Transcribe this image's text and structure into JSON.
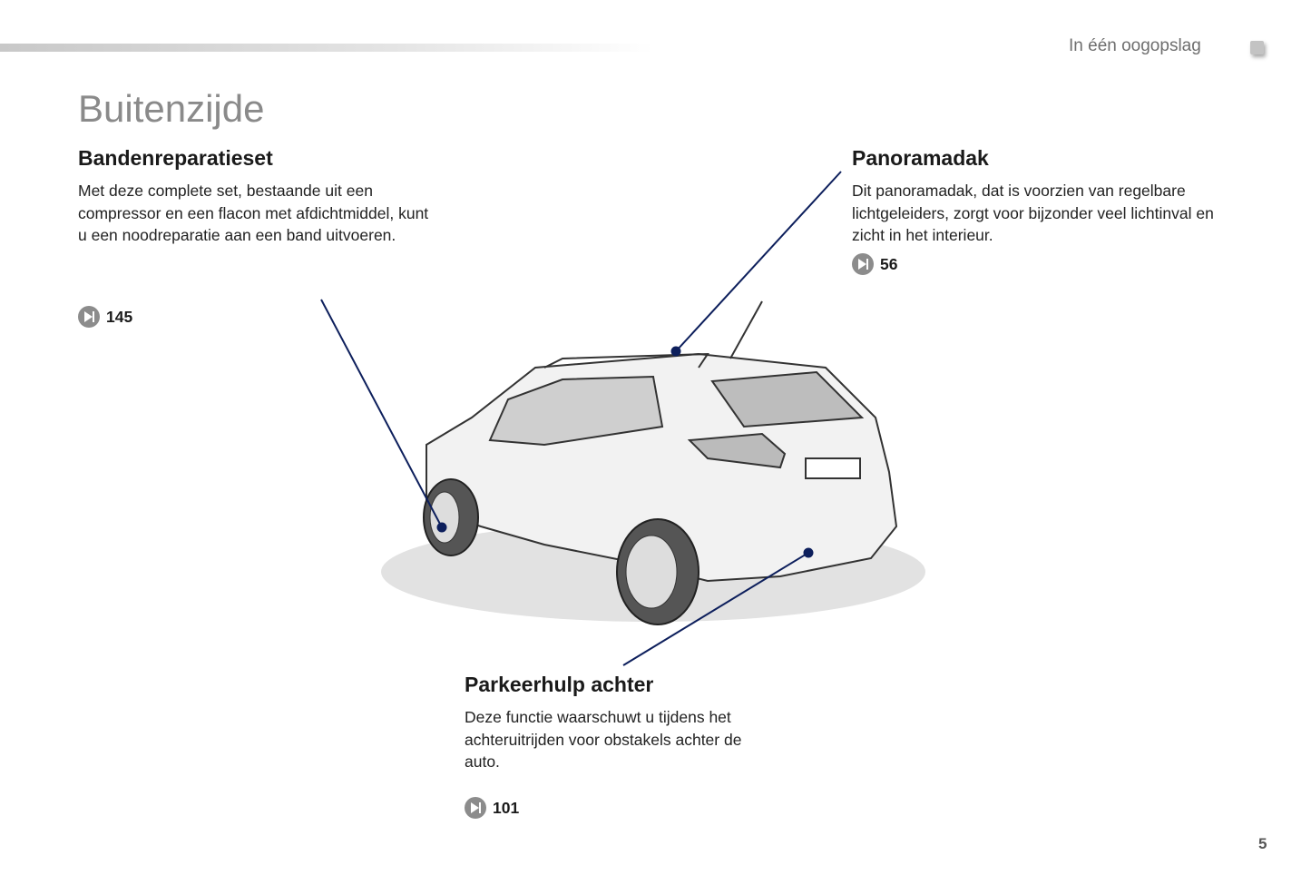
{
  "header": {
    "section_label": "In één oogopslag"
  },
  "title": "Buitenzijde",
  "sections": [
    {
      "heading": "Bandenreparatieset",
      "text": "Met deze complete set, bestaande uit een compressor en een flacon met afdichtmiddel, kunt u een noodreparatie aan een band uitvoeren.",
      "page_ref": "145"
    },
    {
      "heading": "Panoramadak",
      "text": "Dit panoramadak, dat is voorzien van regelbare lichtgeleiders, zorgt voor bijzonder veel lichtinval en zicht in het interieur.",
      "page_ref": "56"
    },
    {
      "heading": "Parkeerhulp achter",
      "text": "Deze functie waarschuwt u tijdens het achteruitrijden voor obstakels achter de auto.",
      "page_ref": "101"
    }
  ],
  "page_number": "5",
  "colors": {
    "callout_line": "#0d1f5c",
    "ref_icon": "#8c8c8c"
  }
}
